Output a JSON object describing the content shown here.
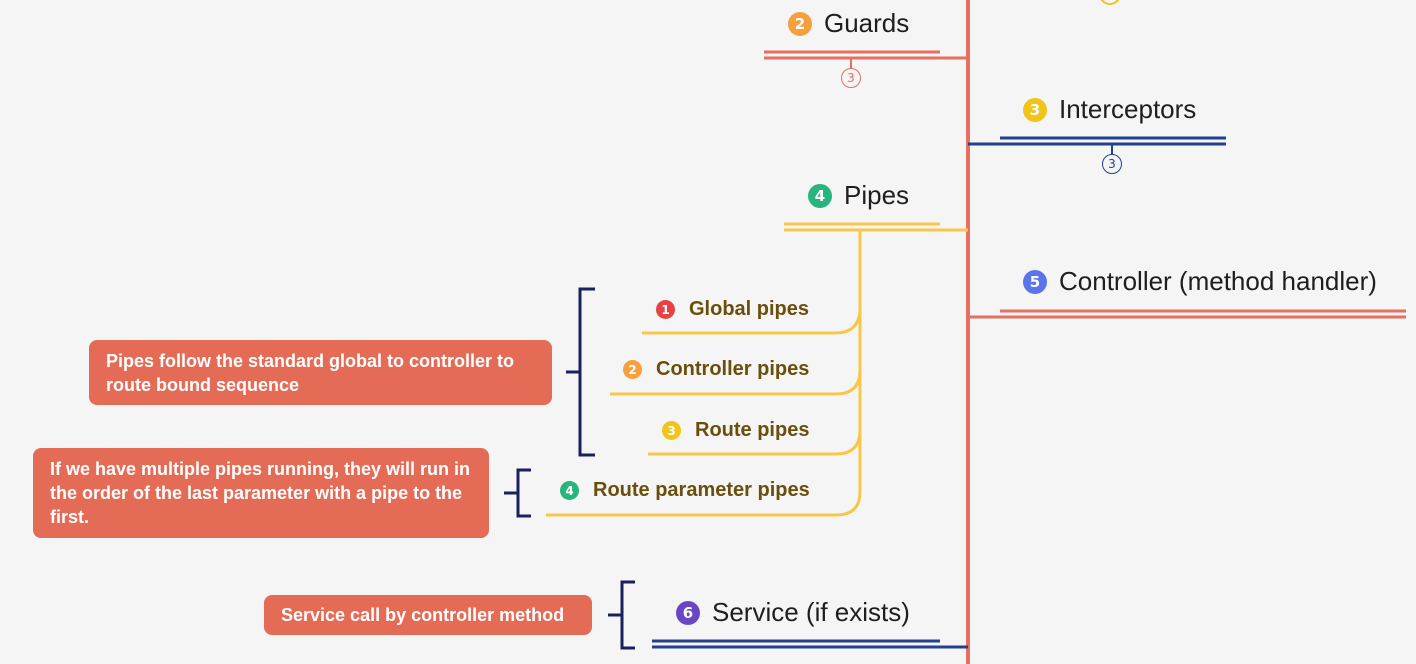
{
  "colors": {
    "trunk": "#e37060",
    "interceptors_line": "#233f8f",
    "pipes_line": "#f7c74a",
    "note_bg": "#e46c57",
    "bracket": "#1a1f5e",
    "badge_red": "#e84343",
    "badge_orange": "#f5a03c",
    "badge_yellow": "#f0c419",
    "badge_green": "#27b47d",
    "badge_blue": "#5b74ec",
    "badge_purple": "#6a46c4"
  },
  "topics": {
    "guards": {
      "number": "2",
      "label": "Guards",
      "count": "3"
    },
    "interceptors": {
      "number": "3",
      "label": "Interceptors",
      "count": "3"
    },
    "pipes": {
      "number": "4",
      "label": "Pipes"
    },
    "controller": {
      "number": "5",
      "label": "Controller (method handler)"
    },
    "service": {
      "number": "6",
      "label": "Service (if exists)"
    }
  },
  "pipe_items": [
    {
      "number": "1",
      "label": "Global pipes"
    },
    {
      "number": "2",
      "label": "Controller pipes"
    },
    {
      "number": "3",
      "label": "Route pipes"
    },
    {
      "number": "4",
      "label": "Route parameter pipes"
    }
  ],
  "notes": {
    "sequence": "Pipes follow the standard global to controller to route bound sequence",
    "order": "If we have multiple pipes running, they will run in the order of the last parameter with a pipe to the first.",
    "service": "Service call by controller method"
  }
}
